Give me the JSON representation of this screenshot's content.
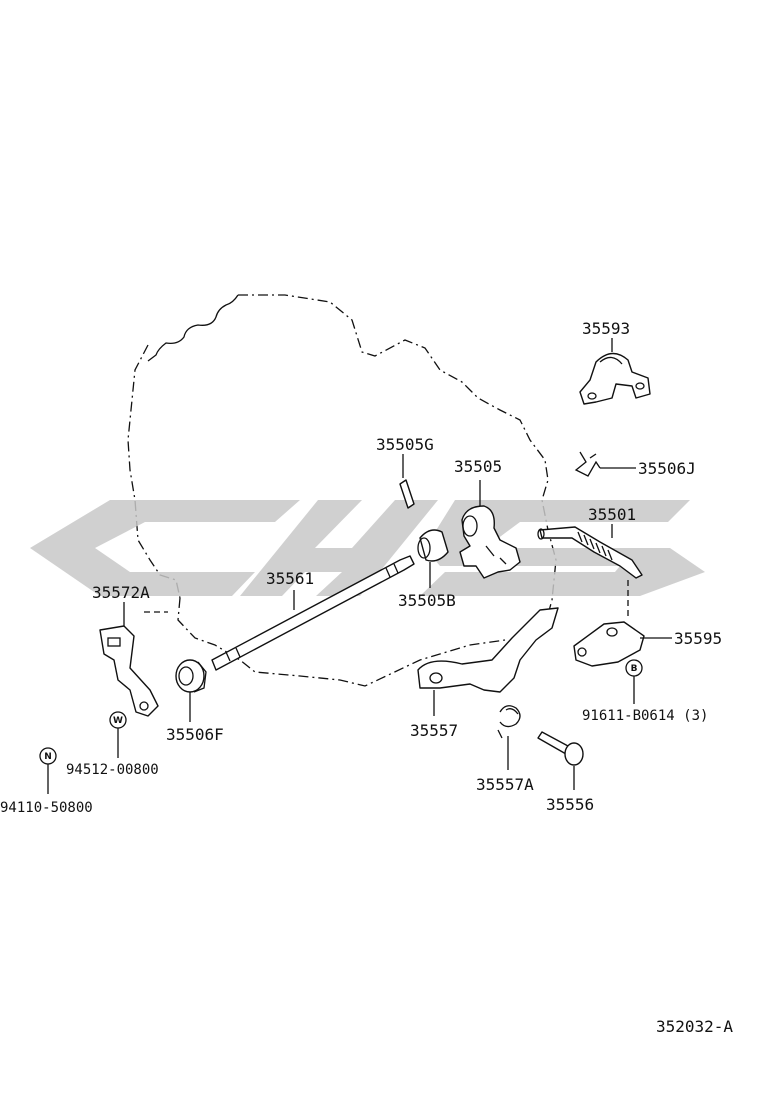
{
  "watermark": {
    "text": "CMS"
  },
  "parts": [
    {
      "id": "p35593",
      "number": "35593"
    },
    {
      "id": "p35506J",
      "number": "35506J"
    },
    {
      "id": "p35505G",
      "number": "35505G"
    },
    {
      "id": "p35505",
      "number": "35505"
    },
    {
      "id": "p35501",
      "number": "35501"
    },
    {
      "id": "p35561",
      "number": "35561"
    },
    {
      "id": "p35572A",
      "number": "35572A"
    },
    {
      "id": "p35505B",
      "number": "35505B"
    },
    {
      "id": "p35595",
      "number": "35595"
    },
    {
      "id": "p35557",
      "number": "35557"
    },
    {
      "id": "p35506F",
      "number": "35506F"
    },
    {
      "id": "p94512",
      "number": "94512-00800"
    },
    {
      "id": "p94110",
      "number": "94110-50800"
    },
    {
      "id": "p91611",
      "number": "91611-B0614 (3)"
    },
    {
      "id": "p35557A",
      "number": "35557A"
    },
    {
      "id": "p35556",
      "number": "35556"
    }
  ],
  "badges": {
    "w": "W",
    "n": "N",
    "b": "B"
  },
  "diagram_code": "352032-A"
}
